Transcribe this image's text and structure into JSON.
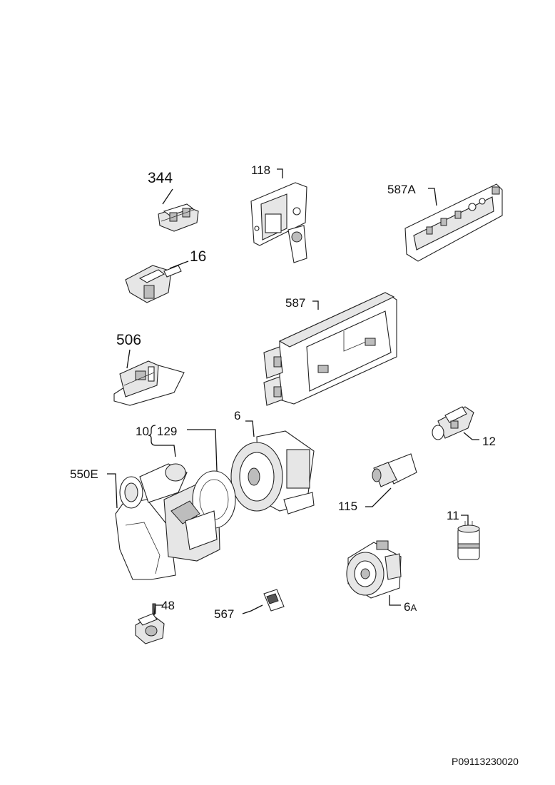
{
  "labels": {
    "l344": "344",
    "l118": "118",
    "l587A": "587A",
    "l16": "16",
    "l587": "587",
    "l506": "506",
    "l6": "6",
    "l10": "10",
    "l129": "129",
    "l12": "12",
    "l550E": "550E",
    "l115": "115",
    "l11": "11",
    "l6A_num": "6",
    "l6A_suffix": "A",
    "l48": "48",
    "l567": "567"
  },
  "footer": {
    "code": "P09113230020"
  }
}
